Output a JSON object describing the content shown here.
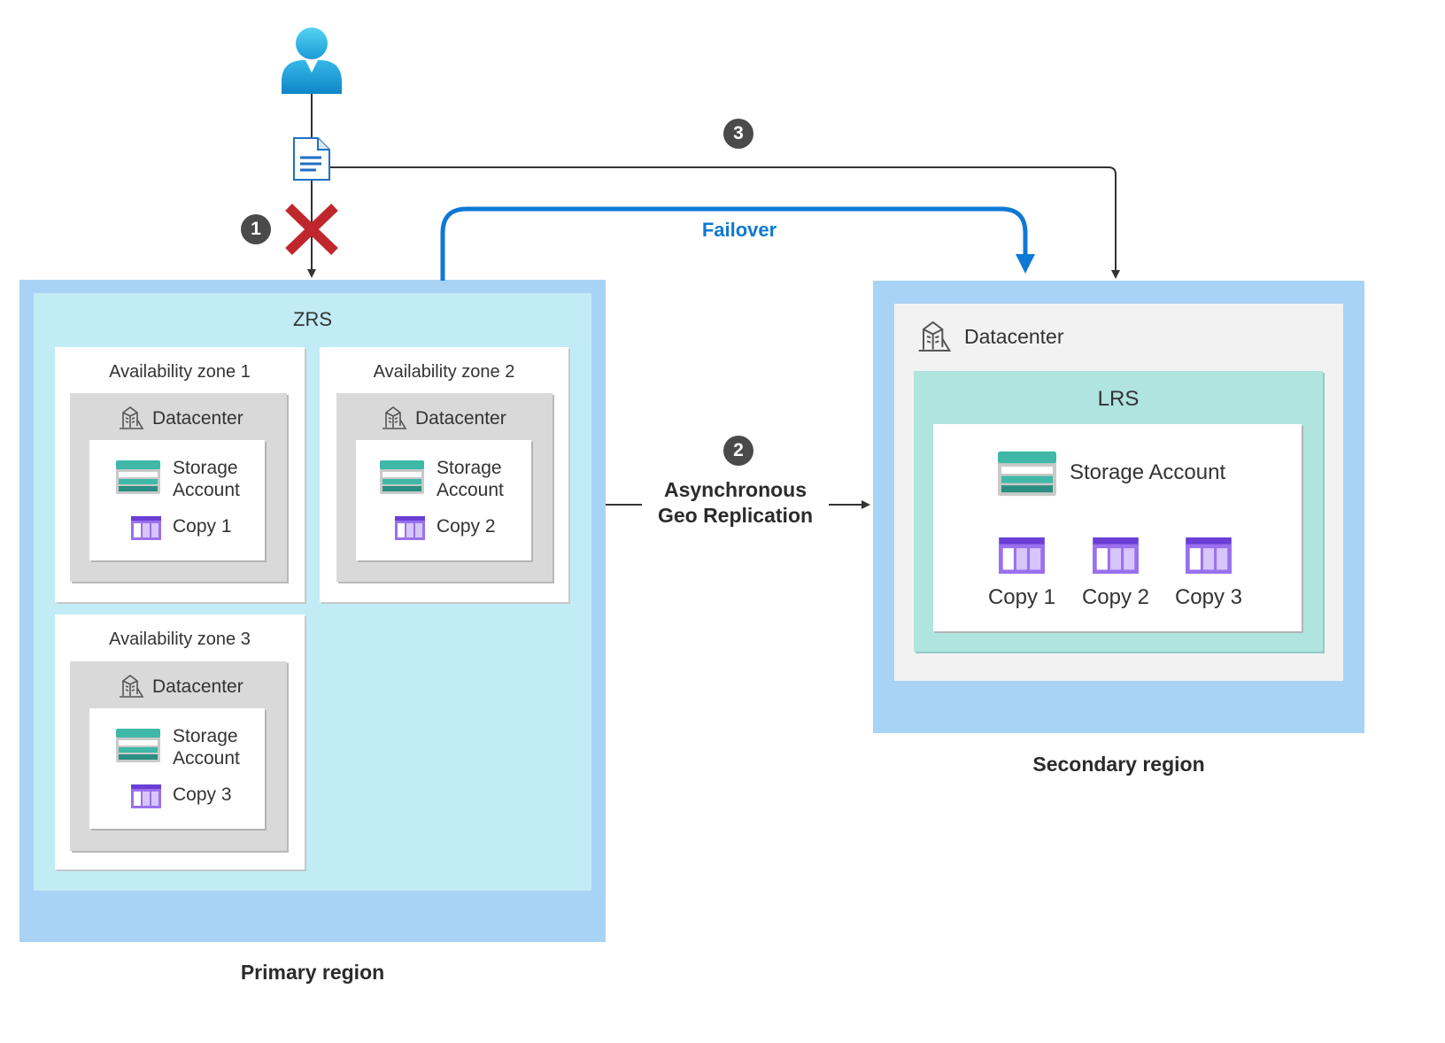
{
  "steps": {
    "one": "1",
    "two": "2",
    "three": "3"
  },
  "failover_label": "Failover",
  "replication_label": {
    "line1": "Asynchronous",
    "line2": "Geo Replication"
  },
  "primary": {
    "region_label": "Primary region",
    "redundancy_label": "ZRS",
    "zones": [
      {
        "title": "Availability zone 1",
        "datacenter": "Datacenter",
        "storage_line1": "Storage",
        "storage_line2": "Account",
        "copy": "Copy 1"
      },
      {
        "title": "Availability zone 2",
        "datacenter": "Datacenter",
        "storage_line1": "Storage",
        "storage_line2": "Account",
        "copy": "Copy 2"
      },
      {
        "title": "Availability zone 3",
        "datacenter": "Datacenter",
        "storage_line1": "Storage",
        "storage_line2": "Account",
        "copy": "Copy 3"
      }
    ]
  },
  "secondary": {
    "region_label": "Secondary region",
    "datacenter": "Datacenter",
    "redundancy_label": "LRS",
    "storage": "Storage Account",
    "copies": [
      "Copy 1",
      "Copy 2",
      "Copy 3"
    ]
  },
  "colors": {
    "region_blue": "#a9d3f5",
    "zrs_cyan": "#c2ecf5",
    "lrs_teal": "#b0e4df",
    "failover_blue": "#0f78d4",
    "fail_red": "#c0272d",
    "copy_purple": "#8a5fe8",
    "storage_teal": "#3fb8a8"
  },
  "icons": {
    "user": "user-icon",
    "document": "document-icon",
    "failure": "failure-x-icon",
    "datacenter": "datacenter-icon",
    "storage": "storage-account-icon",
    "copy": "blob-copy-icon"
  }
}
